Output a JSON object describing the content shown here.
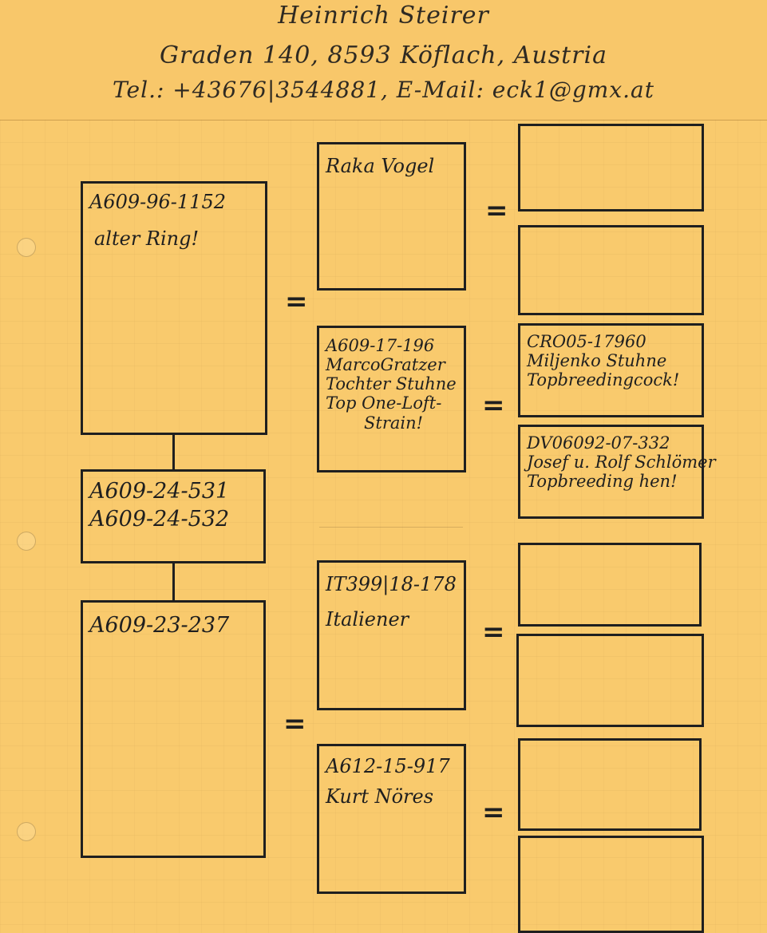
{
  "header": {
    "name": "Heinrich Steirer",
    "address": "Graden 140, 8593 Köflach, Austria",
    "contact": "Tel.: +43676|3544881, E-Mail: eck1@gmx.at"
  },
  "pedigree": {
    "subject": {
      "lines": [
        "A609-24-531",
        "A609-24-532"
      ]
    },
    "sire": {
      "lines": [
        "A609-96-1152",
        "alter Ring!"
      ]
    },
    "dam": {
      "lines": [
        "A609-23-237"
      ]
    },
    "sire_sire": {
      "lines": [
        "Raka Vogel"
      ]
    },
    "sire_dam": {
      "lines": [
        "A609-17-196",
        "MarcoGratzer",
        "Tochter Stuhne",
        "Top One-Loft-",
        "Strain!"
      ]
    },
    "dam_sire": {
      "lines": [
        "IT399|18-178",
        "Italiener"
      ]
    },
    "dam_dam": {
      "lines": [
        "A612-15-917",
        "Kurt Nöres"
      ]
    },
    "sire_dam_sire": {
      "lines": [
        "CRO05-17960",
        "Miljenko Stuhne",
        "Topbreedingcock!"
      ]
    },
    "sire_dam_dam": {
      "lines": [
        "DV06092-07-332",
        "Josef u. Rolf Schlömer",
        "Topbreeding hen!"
      ]
    }
  },
  "symbols": {
    "equals": "="
  }
}
